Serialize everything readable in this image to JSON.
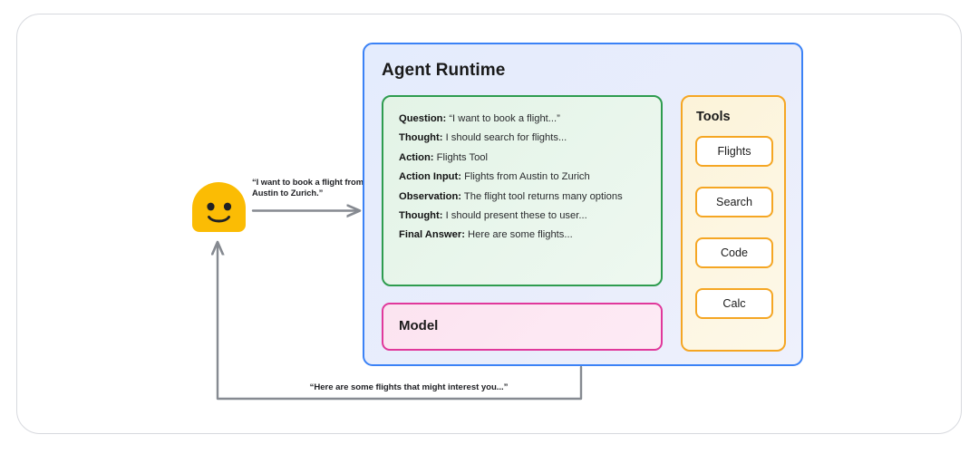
{
  "diagram": {
    "title": "Agent Runtime ReAct loop diagram",
    "colors": {
      "runtime_border": "#3b82f6",
      "runtime_fill": "#e7ecfb",
      "trace_border": "#2e9c4f",
      "trace_fill": "#e7f4ea",
      "model_border": "#e0389b",
      "model_fill": "#fce5f1",
      "tools_border": "#f5a623",
      "tools_fill": "#fdf5e0",
      "avatar": "#fbbc04",
      "arrow": "#868a91",
      "frame_border": "#d7d9de"
    }
  },
  "runtime": {
    "title": "Agent Runtime"
  },
  "trace": {
    "lines": [
      {
        "label": "Question:",
        "value": "“I want to book a flight...”"
      },
      {
        "label": "Thought:",
        "value": "I should search for flights..."
      },
      {
        "label": "Action:",
        "value": "Flights Tool"
      },
      {
        "label": "Action Input:",
        "value": "Flights from Austin to Zurich"
      },
      {
        "label": "Observation:",
        "value": "The flight tool returns many options"
      },
      {
        "label": "Thought:",
        "value": "I should present these to user..."
      },
      {
        "label": "Final Answer:",
        "value": "Here are some flights..."
      }
    ]
  },
  "model": {
    "title": "Model"
  },
  "tools": {
    "title": "Tools",
    "items": [
      {
        "label": "Flights"
      },
      {
        "label": "Search"
      },
      {
        "label": "Code"
      },
      {
        "label": "Calc"
      }
    ]
  },
  "user": {
    "avatar_icon": "smiley-blob-face-icon"
  },
  "flow": {
    "request_label": "“I want to book a flight from Austin to Zurich.”",
    "response_label": "“Here are some flights that might interest you...”",
    "request_arrow_icon": "arrow-right-icon",
    "response_arrow_icon": "arrow-up-icon"
  }
}
